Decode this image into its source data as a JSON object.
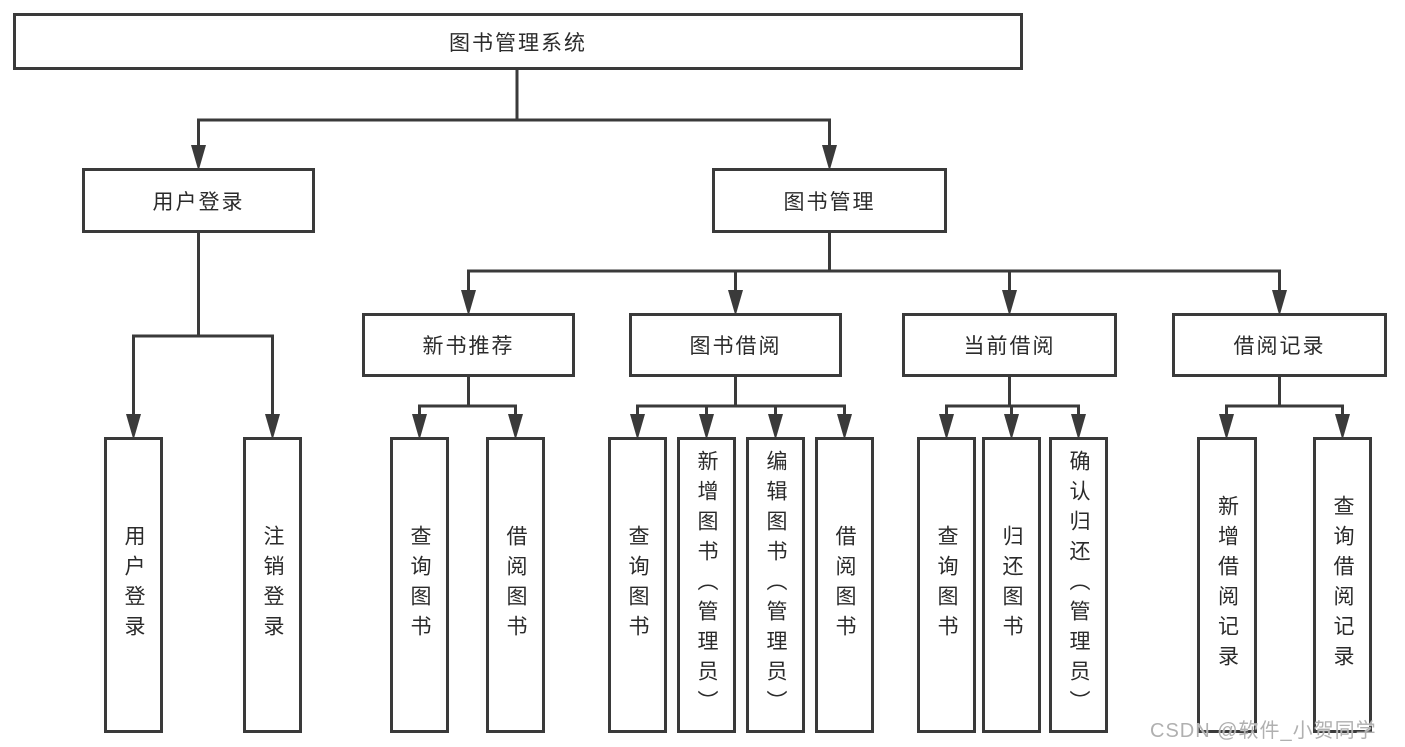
{
  "diagram": {
    "tree": {
      "label": "图书管理系统",
      "children": [
        {
          "label": "用户登录",
          "children": [
            {
              "label": "用户登录"
            },
            {
              "label": "注销登录"
            }
          ]
        },
        {
          "label": "图书管理",
          "children": [
            {
              "label": "新书推荐",
              "children": [
                {
                  "label": "查询图书"
                },
                {
                  "label": "借阅图书"
                }
              ]
            },
            {
              "label": "图书借阅",
              "children": [
                {
                  "label": "查询图书"
                },
                {
                  "label": "新增图书（管理员）"
                },
                {
                  "label": "编辑图书（管理员）"
                },
                {
                  "label": "借阅图书"
                }
              ]
            },
            {
              "label": "当前借阅",
              "children": [
                {
                  "label": "查询图书"
                },
                {
                  "label": "归还图书"
                },
                {
                  "label": "确认归还（管理员）"
                }
              ]
            },
            {
              "label": "借阅记录",
              "children": [
                {
                  "label": "新增借阅记录"
                },
                {
                  "label": "查询借阅记录"
                }
              ]
            }
          ]
        }
      ]
    },
    "watermark": "CSDN @软件_小贺同学",
    "colors": {
      "line": "#3a3a3a",
      "box_border": "#3a3a3a",
      "box_fill": "#ffffff",
      "text": "#2b2b2b",
      "watermark": "#b0b0b0",
      "background": "#ffffff"
    }
  }
}
